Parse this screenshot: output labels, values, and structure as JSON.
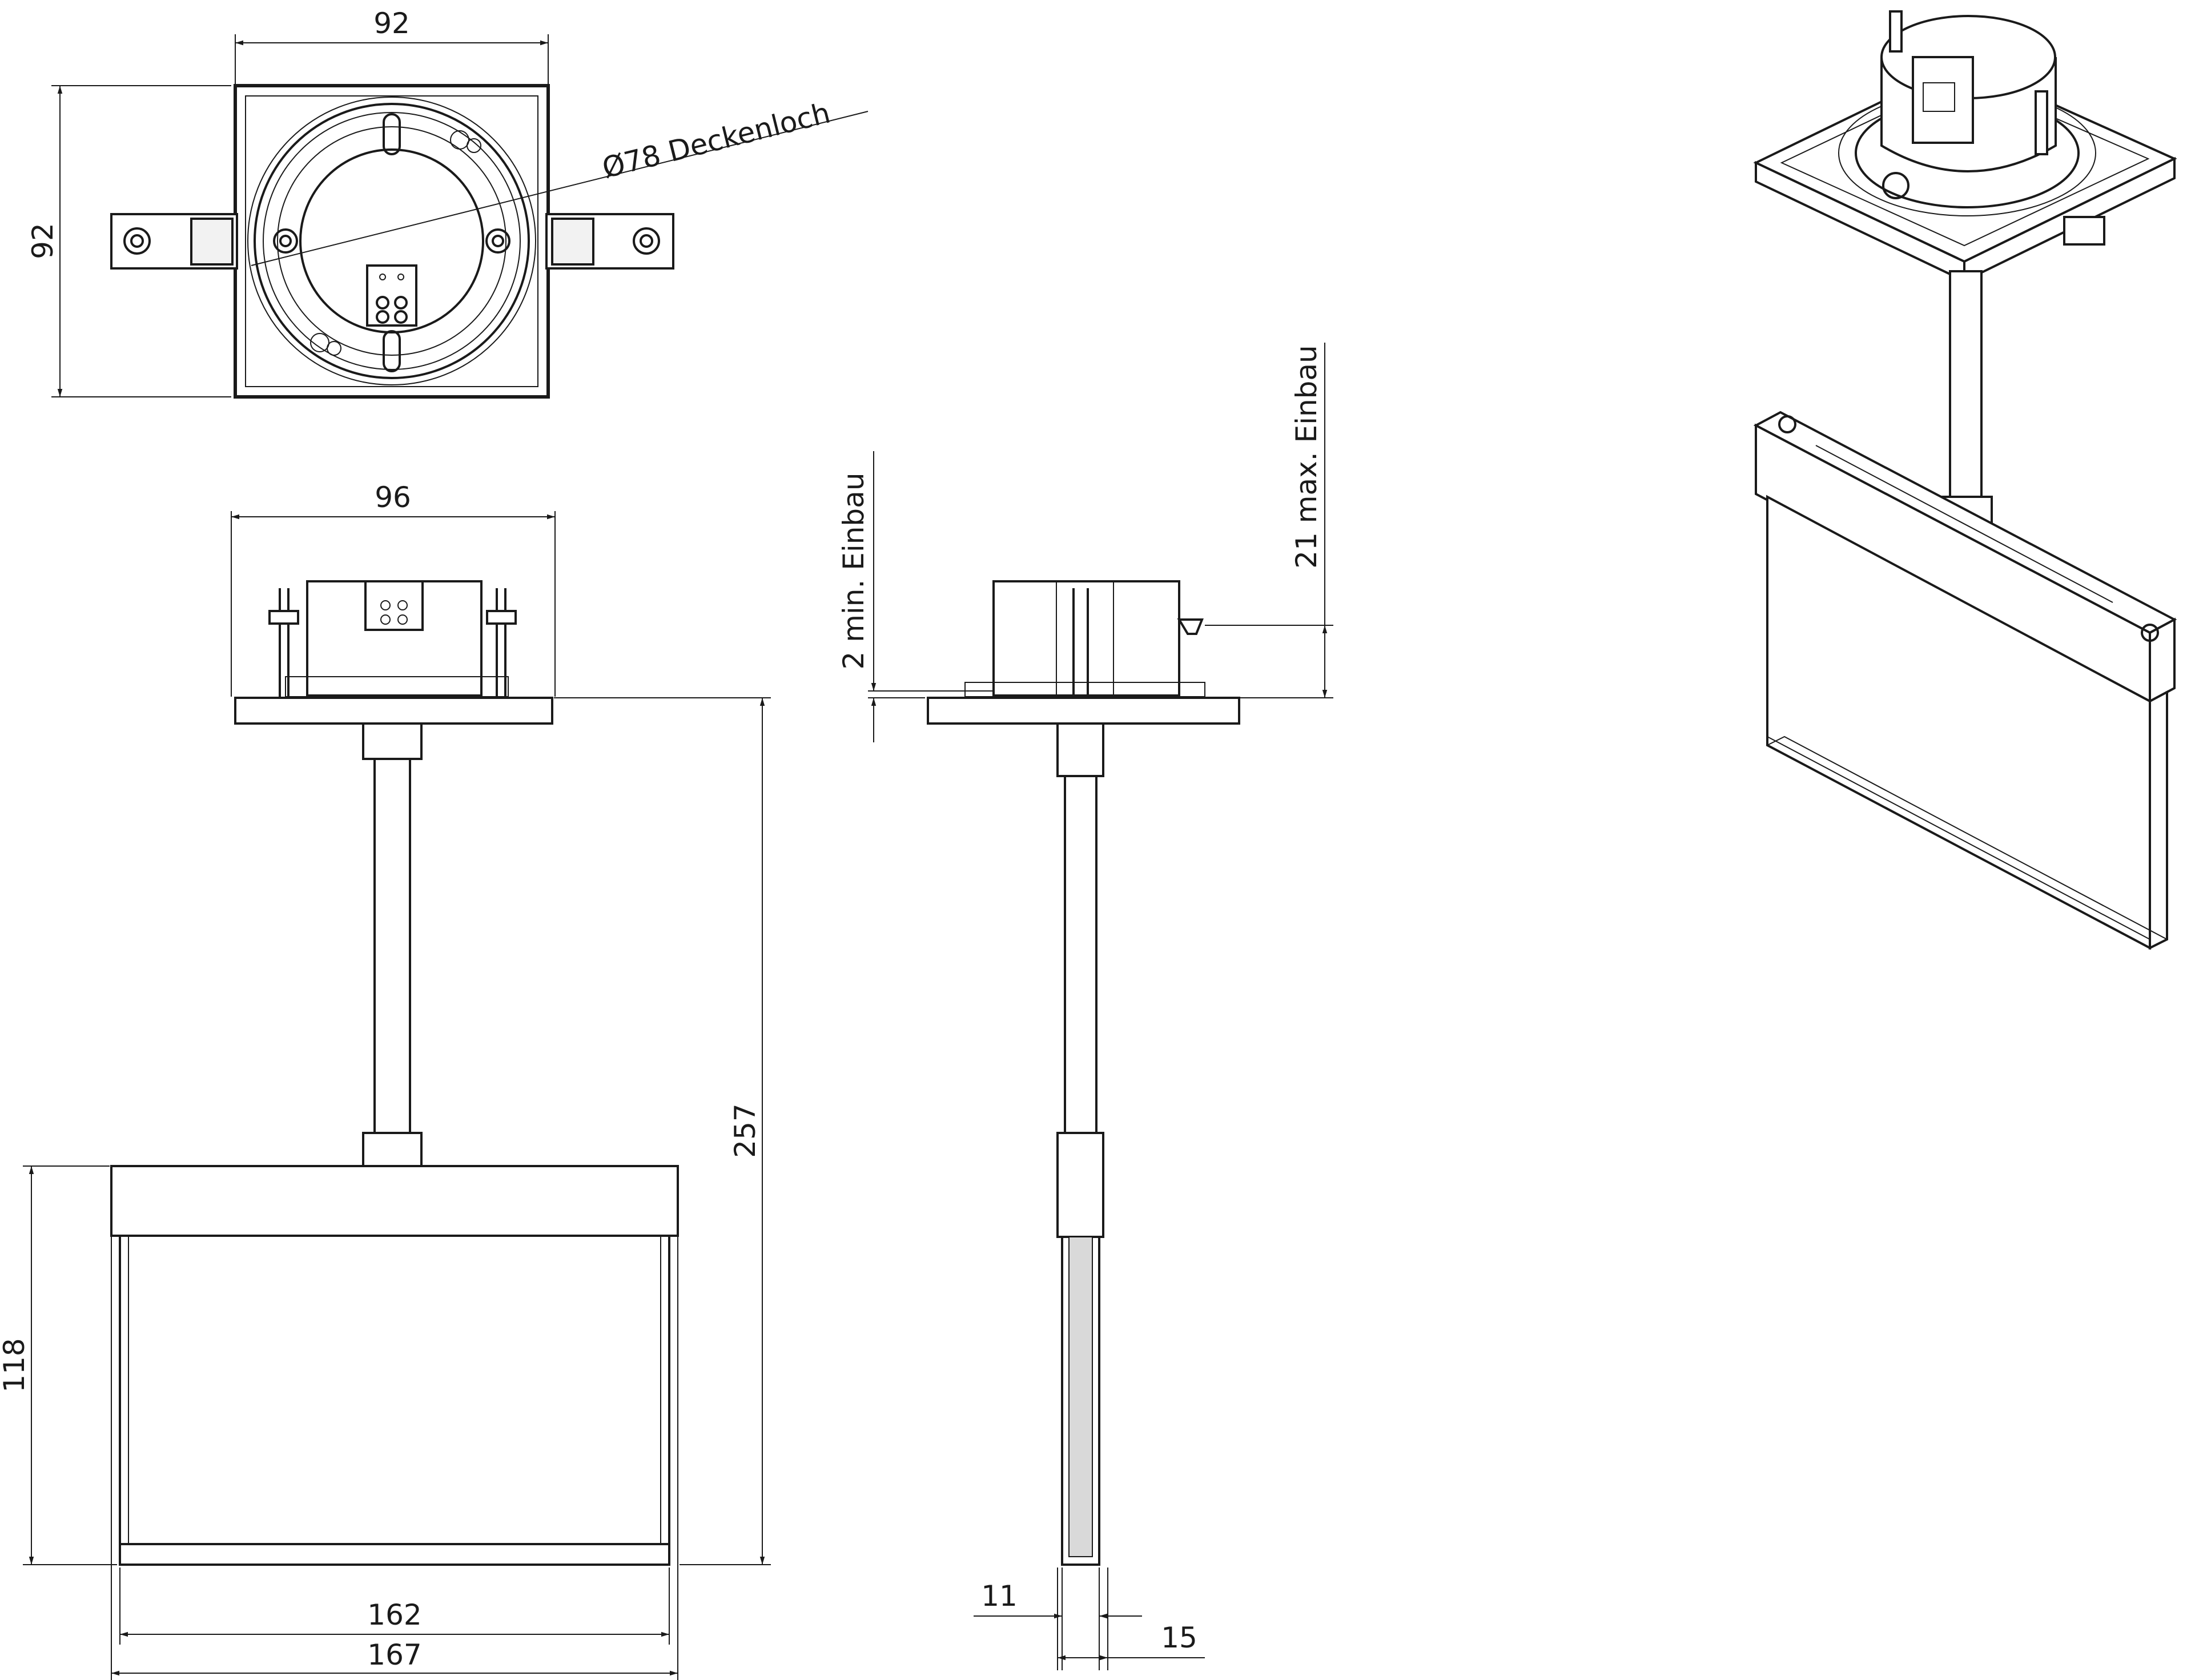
{
  "diagram": {
    "colors": {
      "line": "#1a1a1a",
      "background": "#ffffff",
      "part_fill": "#f2f2f2"
    },
    "top_view": {
      "width_label": "92",
      "height_label": "92",
      "hole_label": "Ø78 Deckenloch"
    },
    "front_view": {
      "base_width_label": "96",
      "total_height_label": "257",
      "panel_height_label": "118",
      "inner_width_label": "162",
      "outer_width_label": "167"
    },
    "side_view": {
      "min_install_label": "2 min. Einbau",
      "max_install_label": "21 max. Einbau",
      "panel_thickness_inner_label": "11",
      "panel_thickness_outer_label": "15"
    }
  }
}
